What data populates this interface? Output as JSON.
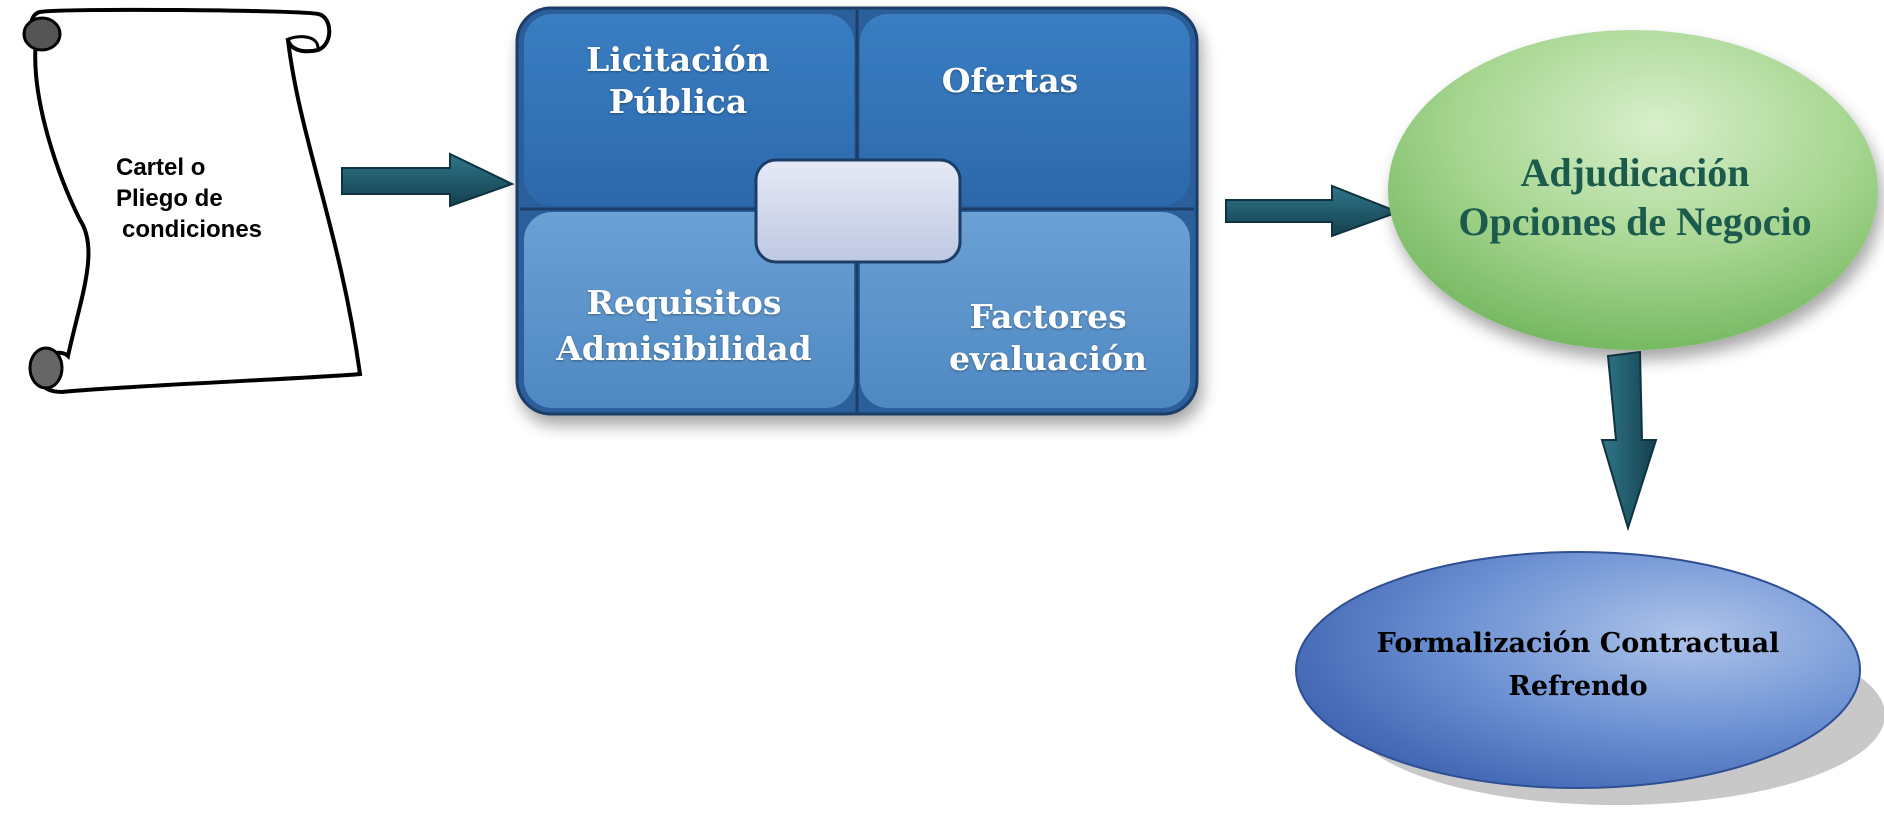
{
  "scroll": {
    "lines": [
      "Cartel o",
      "Pliego de",
      "condiciones"
    ]
  },
  "matrix": {
    "top_left": [
      "Licitación",
      "Pública"
    ],
    "top_right": "Ofertas",
    "bottom_left": [
      "Requisitos",
      "Admisibilidad"
    ],
    "bottom_right": [
      "Factores",
      "evaluación"
    ]
  },
  "award": {
    "lines": [
      "Adjudicación",
      "Opciones de Negocio"
    ]
  },
  "contract": {
    "lines": [
      "Formalización Contractual",
      "Refrendo"
    ]
  },
  "colors": {
    "matrix_dark": "#2e6fb6",
    "matrix_light": "#5d96cc",
    "award_green": "#9fd189",
    "award_text": "#1b5a4d",
    "contract_blue": "#4c76c0",
    "arrow": "#1f5468"
  }
}
